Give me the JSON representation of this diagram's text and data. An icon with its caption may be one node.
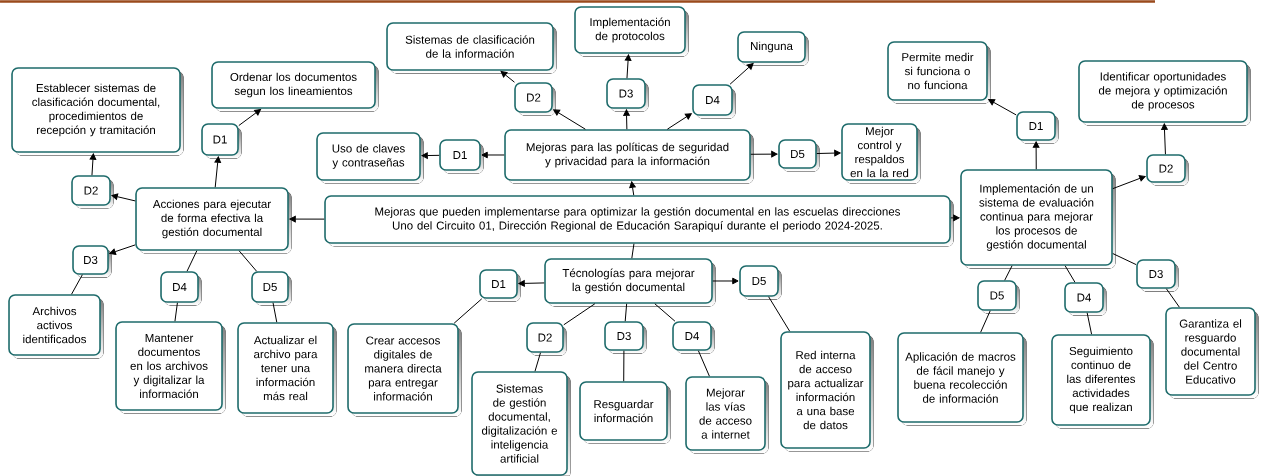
{
  "diagram": {
    "nodes": [
      {
        "text": [
          "Mejoras que pueden implementarse para optimizar la gestión documental en las escuelas direcciones Uno del Circuito 01, Dirección Regional de Educación Sarapiquí durante el periodo 2024-2025."
        ]
      },
      {
        "text": [
          "Acciones para ejecutar de forma efectiva la gestión documental"
        ]
      },
      {
        "text": [
          "D1"
        ]
      },
      {
        "text": [
          "Ordenar los documentos segun los lineamientos"
        ]
      },
      {
        "text": [
          "D2"
        ]
      },
      {
        "text": [
          "Establecer sistemas de clasificación documental, procedimientos de recepción y tramitación"
        ]
      },
      {
        "text": [
          "D3"
        ]
      },
      {
        "text": [
          "Archivos activos identificados"
        ]
      },
      {
        "text": [
          "D4"
        ]
      },
      {
        "text": [
          "Mantener documentos en los archivos y digitalizar la información"
        ]
      },
      {
        "text": [
          "D5"
        ]
      },
      {
        "text": [
          "Actualizar el archivo para tener una información más real"
        ]
      },
      {
        "text": [
          "Mejoras para las políticas de seguridad y privacidad para la información"
        ]
      },
      {
        "text": [
          "D1"
        ]
      },
      {
        "text": [
          "Uso de claves y contraseñas"
        ]
      },
      {
        "text": [
          "D2"
        ]
      },
      {
        "text": [
          "Sistemas de clasificación de la información"
        ]
      },
      {
        "text": [
          "D3"
        ]
      },
      {
        "text": [
          "Implementación de protocolos"
        ]
      },
      {
        "text": [
          "D4"
        ]
      },
      {
        "text": [
          "Ninguna"
        ]
      },
      {
        "text": [
          "D5"
        ]
      },
      {
        "text": [
          "Mejor control y respaldos en la la red"
        ]
      },
      {
        "text": [
          "Técnologías para mejorar la gestión documental"
        ]
      },
      {
        "text": [
          "D1"
        ]
      },
      {
        "text": [
          "Crear accesos digitales de manera directa para entregar información"
        ]
      },
      {
        "text": [
          "D2"
        ]
      },
      {
        "text": [
          "Sistemas de gestión documental, digitalización e inteligencia artificial"
        ]
      },
      {
        "text": [
          "D3"
        ]
      },
      {
        "text": [
          "Resguardar información"
        ]
      },
      {
        "text": [
          "D4"
        ]
      },
      {
        "text": [
          "Mejorar las vías de acceso a internet"
        ]
      },
      {
        "text": [
          "D5"
        ]
      },
      {
        "text": [
          "Red interna de acceso para actualizar información a una base de datos"
        ]
      },
      {
        "text": [
          "Implementación de un sistema de evaluación continua para mejorar los procesos de gestión documental"
        ]
      },
      {
        "text": [
          "D1"
        ]
      },
      {
        "text": [
          "Permite medir si funciona o no funciona"
        ]
      },
      {
        "text": [
          "D2"
        ]
      },
      {
        "text": [
          "Identificar oportunidades de mejora y optimización de procesos"
        ]
      },
      {
        "text": [
          "D3"
        ]
      },
      {
        "text": [
          "Garantiza el resguardo documental del Centro Educativo"
        ]
      },
      {
        "text": [
          "D4"
        ]
      },
      {
        "text": [
          "Seguimiento continuo de las diferentes actividades que realizan"
        ]
      },
      {
        "text": [
          "D5"
        ]
      },
      {
        "text": [
          "Aplicación de macros de fácil manejo y buena recolección de información"
        ]
      }
    ],
    "edges": [
      {
        "from": 0,
        "to": 1,
        "arrow": "to"
      },
      {
        "from": 0,
        "to": 12,
        "arrow": "to"
      },
      {
        "from": 0,
        "to": 23,
        "arrow": "none"
      },
      {
        "from": 0,
        "to": 34,
        "arrow": "to"
      },
      {
        "from": 1,
        "to": 2,
        "arrow": "to"
      },
      {
        "from": 2,
        "to": 3,
        "arrow": "to"
      },
      {
        "from": 1,
        "to": 4,
        "arrow": "to"
      },
      {
        "from": 4,
        "to": 5,
        "arrow": "to"
      },
      {
        "from": 1,
        "to": 6,
        "arrow": "to"
      },
      {
        "from": 6,
        "to": 7,
        "arrow": "none"
      },
      {
        "from": 1,
        "to": 8,
        "arrow": "none"
      },
      {
        "from": 8,
        "to": 9,
        "arrow": "none"
      },
      {
        "from": 1,
        "to": 10,
        "arrow": "none"
      },
      {
        "from": 10,
        "to": 11,
        "arrow": "none"
      },
      {
        "from": 12,
        "to": 13,
        "arrow": "to"
      },
      {
        "from": 13,
        "to": 14,
        "arrow": "to"
      },
      {
        "from": 12,
        "to": 15,
        "arrow": "to"
      },
      {
        "from": 15,
        "to": 16,
        "arrow": "to"
      },
      {
        "from": 12,
        "to": 17,
        "arrow": "to"
      },
      {
        "from": 17,
        "to": 18,
        "arrow": "to"
      },
      {
        "from": 12,
        "to": 19,
        "arrow": "to"
      },
      {
        "from": 19,
        "to": 20,
        "arrow": "to"
      },
      {
        "from": 12,
        "to": 21,
        "arrow": "to"
      },
      {
        "from": 21,
        "to": 22,
        "arrow": "to"
      },
      {
        "from": 23,
        "to": 24,
        "arrow": "to"
      },
      {
        "from": 24,
        "to": 25,
        "arrow": "none"
      },
      {
        "from": 23,
        "to": 26,
        "arrow": "none"
      },
      {
        "from": 26,
        "to": 27,
        "arrow": "none"
      },
      {
        "from": 23,
        "to": 28,
        "arrow": "none"
      },
      {
        "from": 28,
        "to": 29,
        "arrow": "none"
      },
      {
        "from": 23,
        "to": 30,
        "arrow": "none"
      },
      {
        "from": 30,
        "to": 31,
        "arrow": "none"
      },
      {
        "from": 23,
        "to": 32,
        "arrow": "to"
      },
      {
        "from": 32,
        "to": 33,
        "arrow": "none"
      },
      {
        "from": 34,
        "to": 35,
        "arrow": "to"
      },
      {
        "from": 35,
        "to": 36,
        "arrow": "to"
      },
      {
        "from": 34,
        "to": 37,
        "arrow": "to"
      },
      {
        "from": 37,
        "to": 38,
        "arrow": "to"
      },
      {
        "from": 34,
        "to": 39,
        "arrow": "none"
      },
      {
        "from": 39,
        "to": 40,
        "arrow": "none"
      },
      {
        "from": 34,
        "to": 41,
        "arrow": "none"
      },
      {
        "from": 41,
        "to": 42,
        "arrow": "none"
      },
      {
        "from": 34,
        "to": 43,
        "arrow": "none"
      },
      {
        "from": 43,
        "to": 44,
        "arrow": "none"
      }
    ]
  }
}
